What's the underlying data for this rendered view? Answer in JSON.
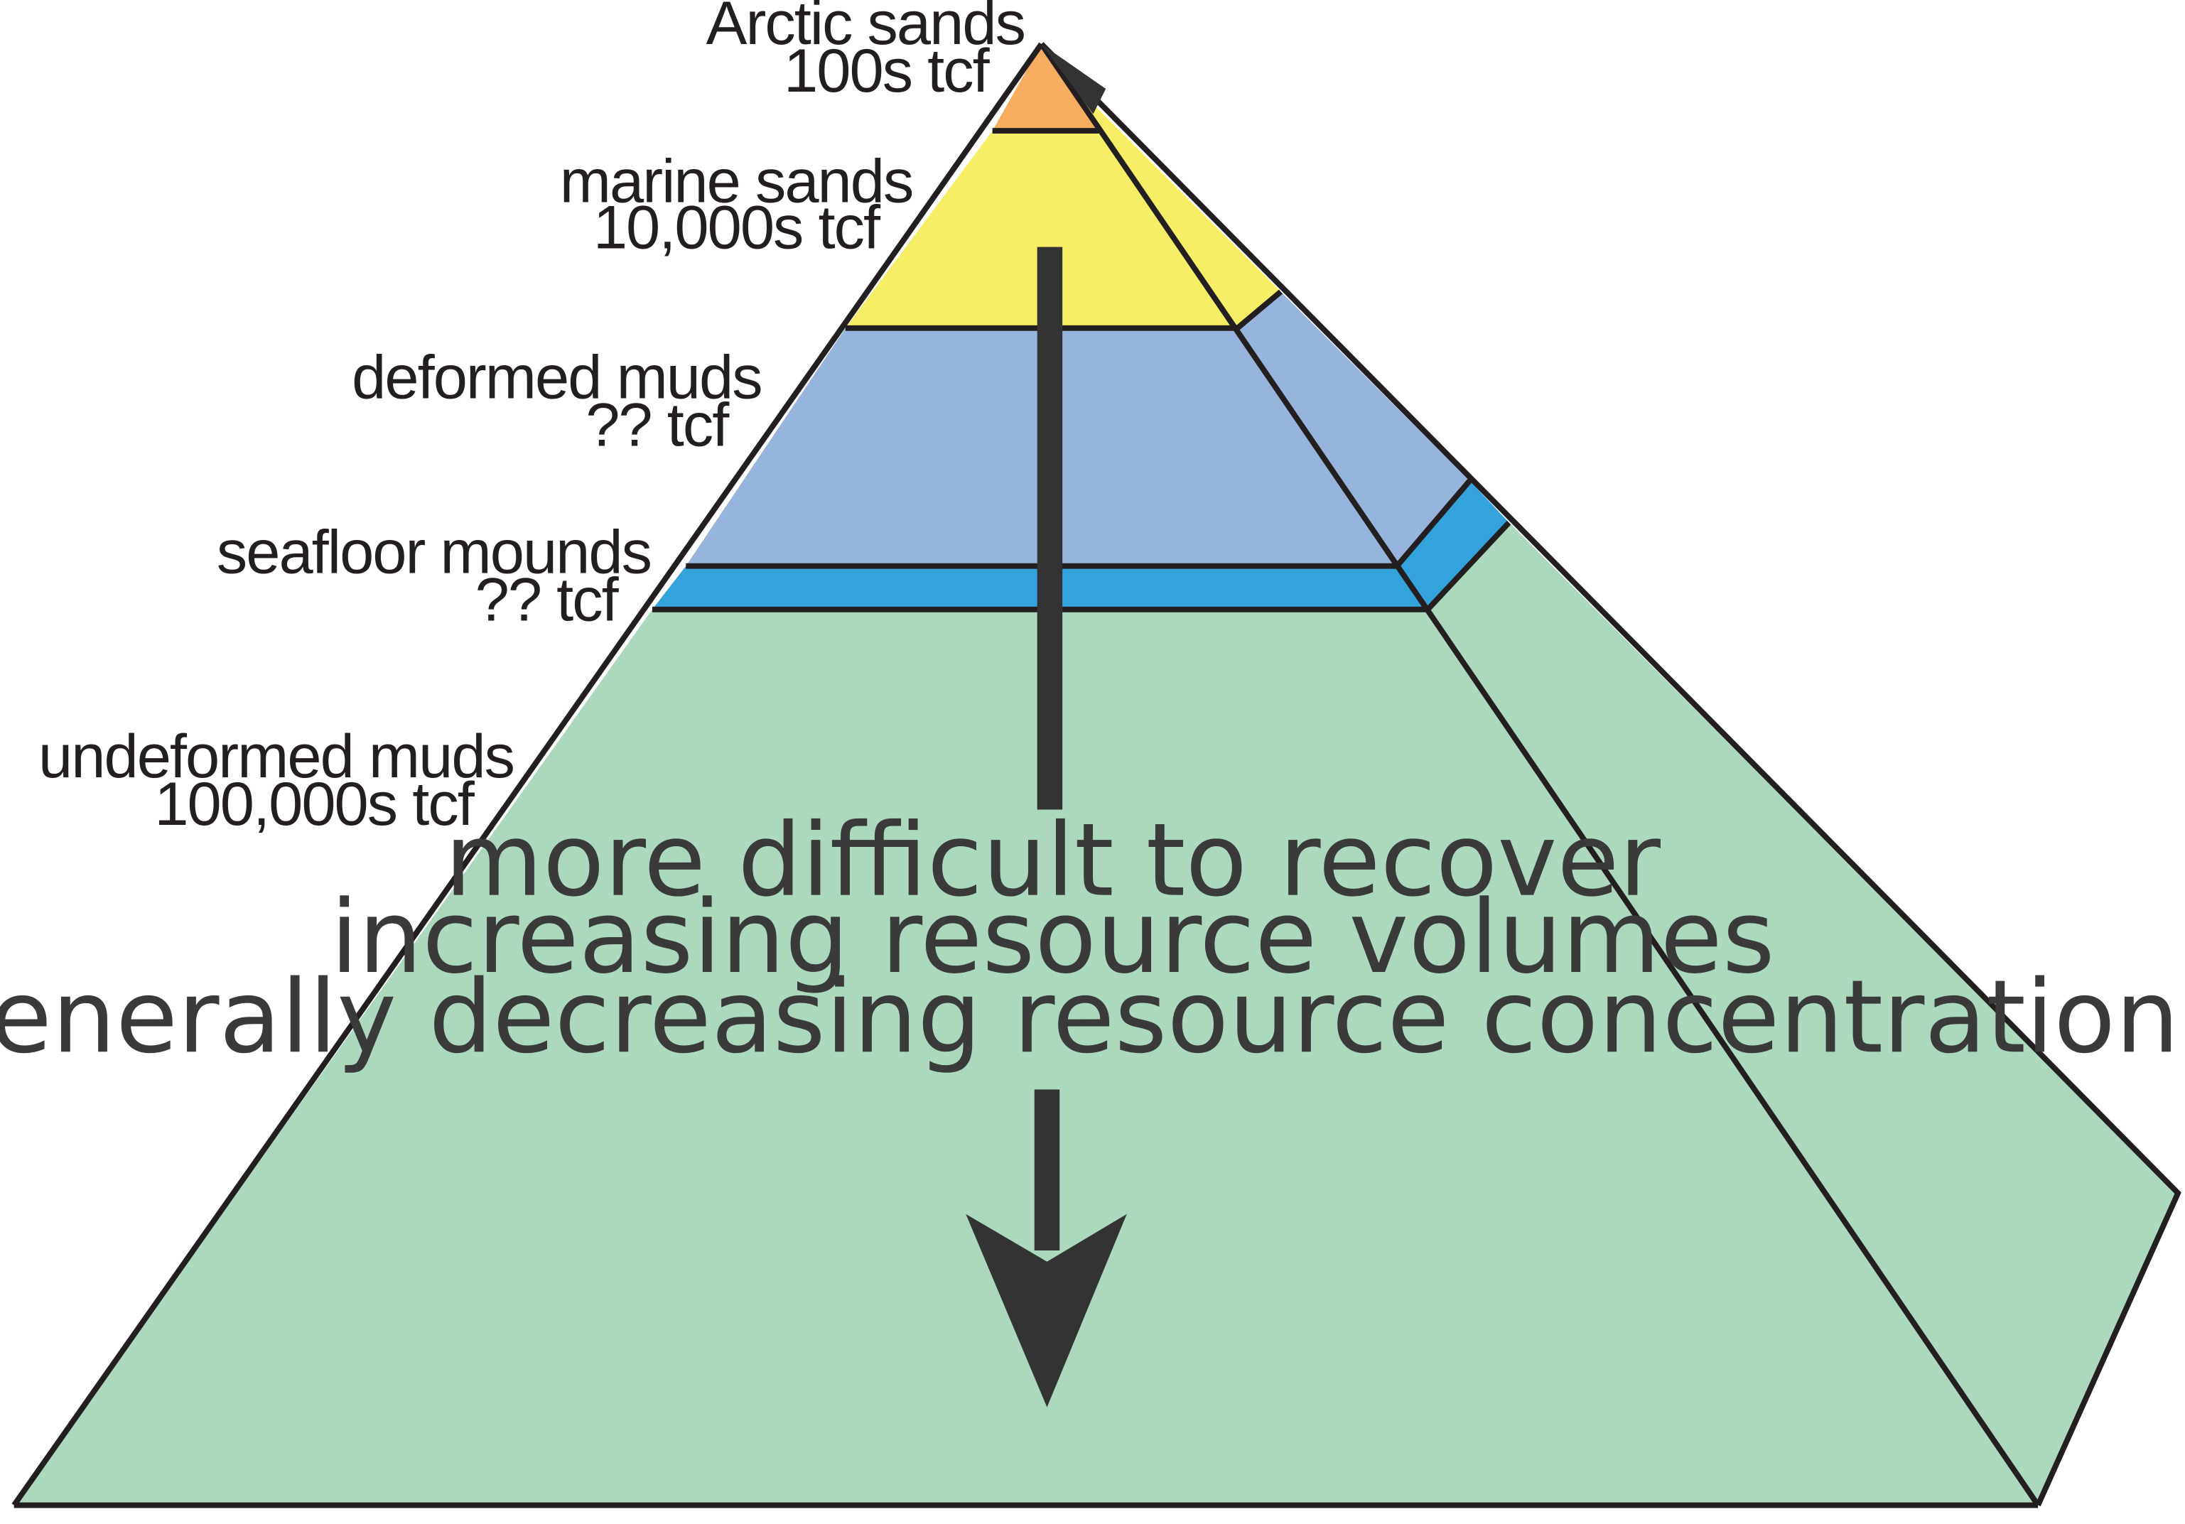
{
  "colors": {
    "arctic_sands": "#f6ad5f",
    "marine_sands": "#f5ee66",
    "deformed_muds": "#97b4dd",
    "seafloor_mounds": "#34a3dc",
    "undeformed_muds": "#acd8bd",
    "outline": "#231f20",
    "arrow": "#333333"
  },
  "layers": [
    {
      "id": "arctic-sands",
      "name": "Arctic sands",
      "volume": "100s tcf"
    },
    {
      "id": "marine-sands",
      "name": "marine sands",
      "volume": "10,000s tcf"
    },
    {
      "id": "deformed-muds",
      "name": "deformed muds",
      "volume": "??  tcf"
    },
    {
      "id": "seafloor-mounds",
      "name": "seafloor mounds",
      "volume": "?? tcf"
    },
    {
      "id": "undeformed-muds",
      "name": "undeformed muds",
      "volume": "100,000s tcf"
    }
  ],
  "caption": {
    "line1": "more difficult to recover",
    "line2": "increasing resource volumes",
    "line3": "generally decreasing resource concentration"
  }
}
